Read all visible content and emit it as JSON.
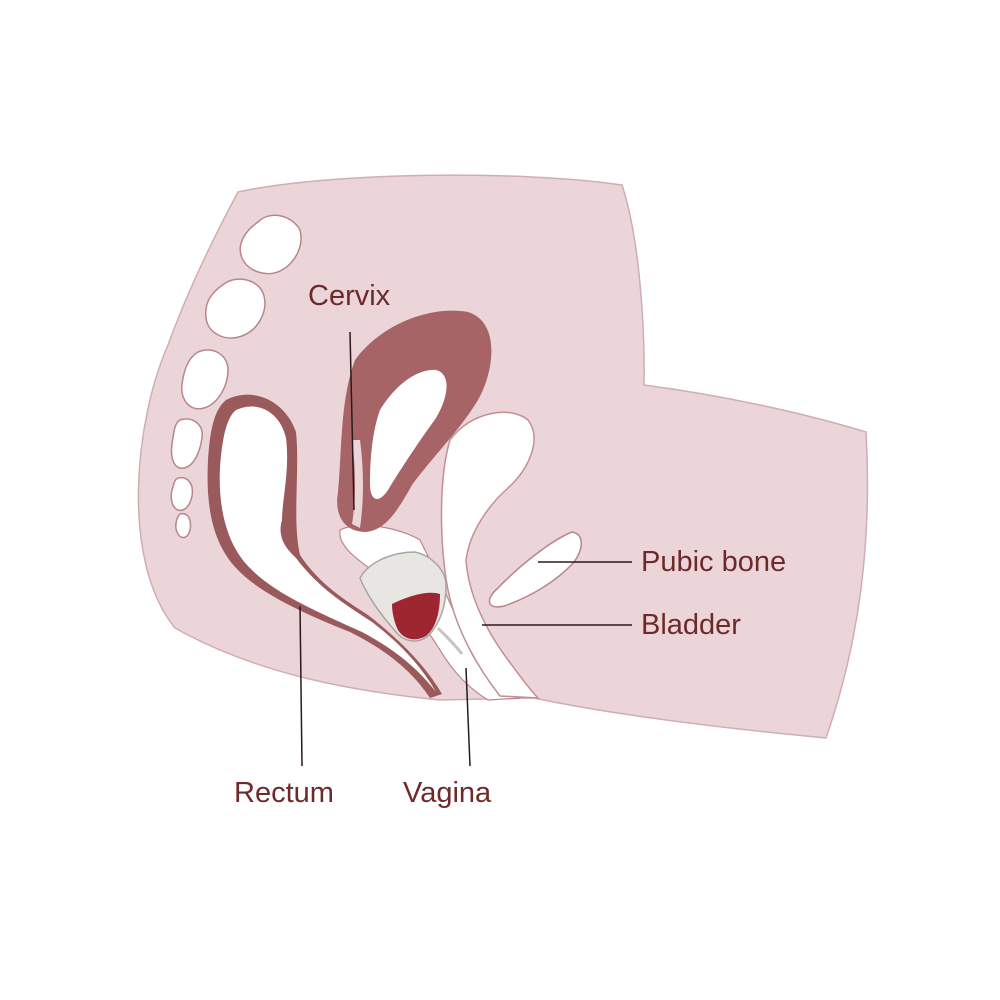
{
  "labels": {
    "cervix": "Cervix",
    "pubic_bone": "Pubic bone",
    "bladder": "Bladder",
    "rectum": "Rectum",
    "vagina": "Vagina"
  },
  "colors": {
    "body": "#ecd5d8",
    "outline": "#b7868b",
    "uterus": "#a76466",
    "rectum_wall": "#9a5a5c",
    "menstrual_fluid": "#9e2630",
    "cup": "#e8e6e3",
    "leader_line": "#2b1a1a",
    "label_text": "#6e2a2a"
  },
  "icons": {
    "menstrual_cup": "menstrual-cup-icon"
  }
}
